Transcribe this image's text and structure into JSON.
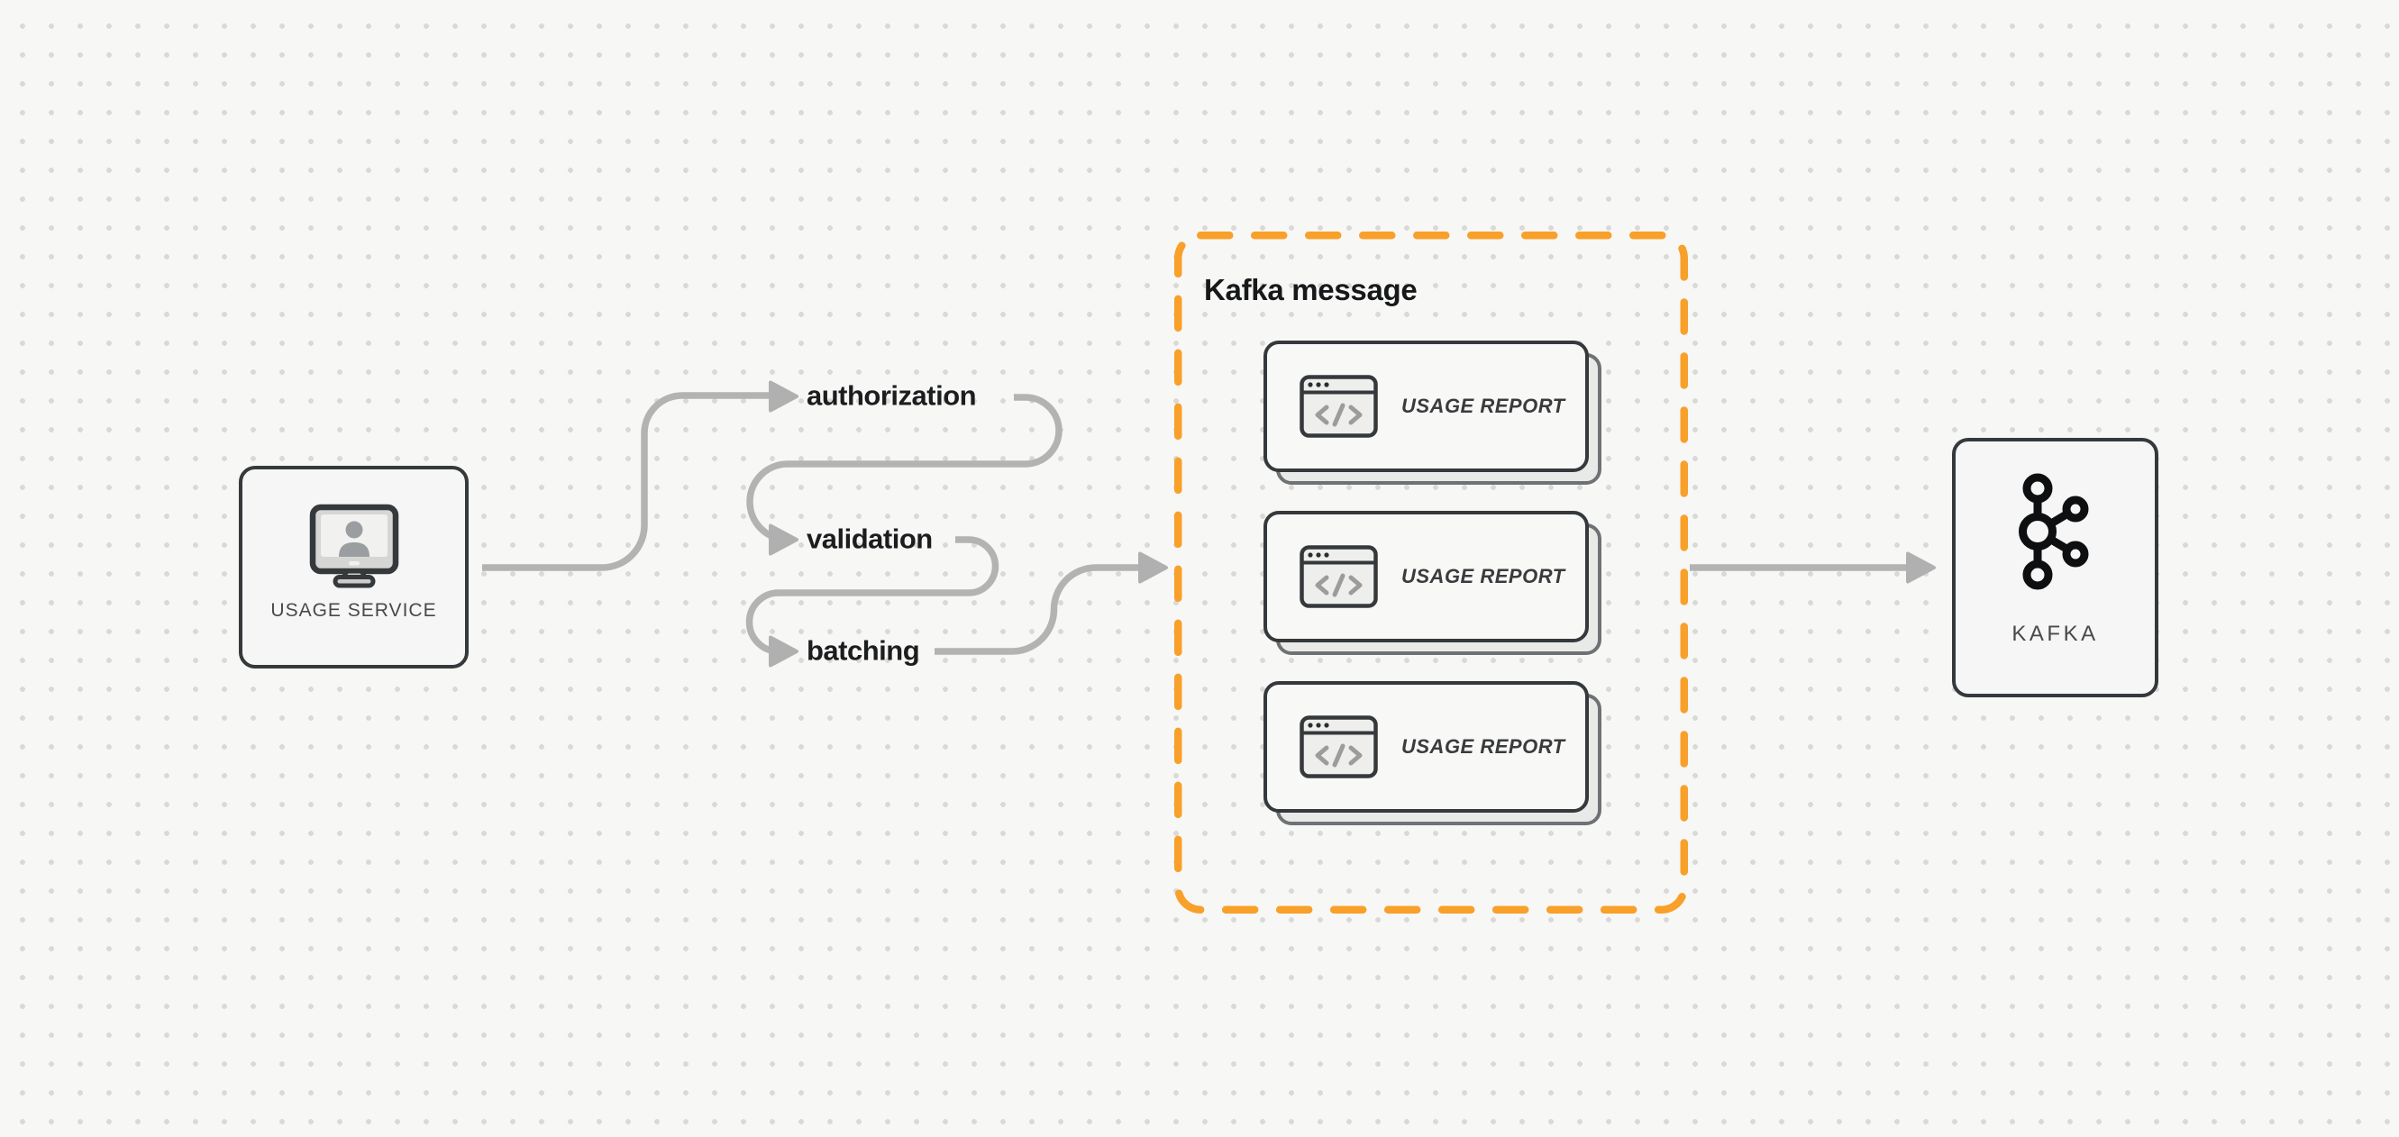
{
  "nodes": {
    "usage_service": {
      "label": "USAGE SERVICE",
      "icon": "user-monitor-icon"
    },
    "kafka": {
      "label": "KAFKA",
      "icon": "kafka-logo-icon"
    }
  },
  "steps": [
    {
      "label": "authorization"
    },
    {
      "label": "validation"
    },
    {
      "label": "batching"
    }
  ],
  "kafka_message": {
    "title": "Kafka message",
    "cards": [
      {
        "label": "USAGE REPORT",
        "icon": "code-window-icon"
      },
      {
        "label": "USAGE REPORT",
        "icon": "code-window-icon"
      },
      {
        "label": "USAGE REPORT",
        "icon": "code-window-icon"
      }
    ]
  },
  "colors": {
    "background": "#f7f7f5",
    "dot_grid": "#d9d9d7",
    "connector_gray": "#b3b3b3",
    "node_border_dark": "#35393b",
    "accent_orange": "#f8a02a"
  }
}
